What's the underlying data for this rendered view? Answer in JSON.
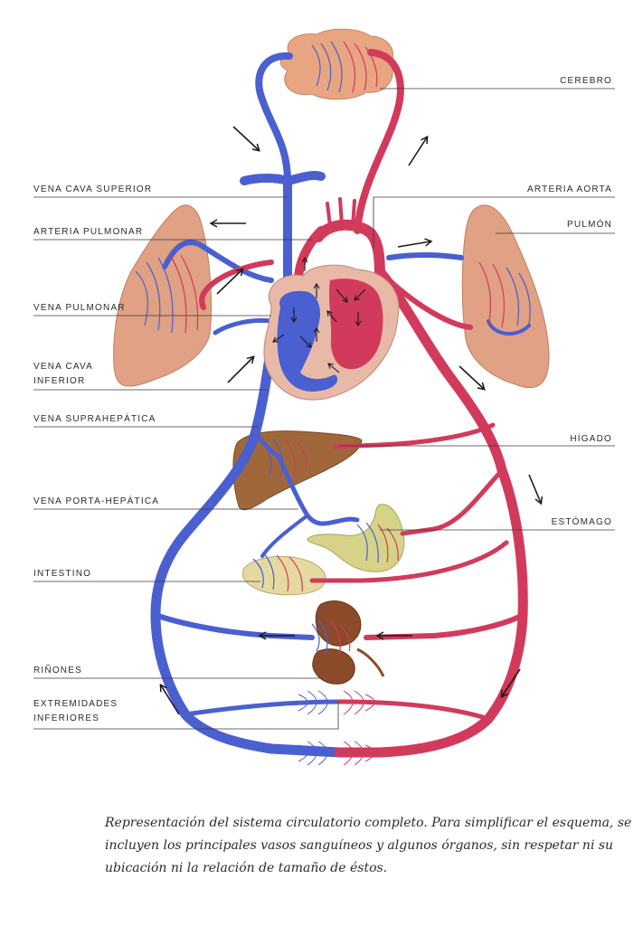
{
  "labels": {
    "cerebro": "CEREBRO",
    "vena_cava_superior": "VENA CAVA SUPERIOR",
    "arteria_aorta": "ARTERIA AORTA",
    "arteria_pulmonar": "ARTERIA PULMONAR",
    "pulmon": "PULMÓN",
    "vena_pulmonar": "VENA PULMONAR",
    "vena_cava_inferior_1": "VENA CAVA",
    "vena_cava_inferior_2": "INFERIOR",
    "vena_suprahepatica": "VENA SUPRAHEPÁTICA",
    "higado": "HÍGADO",
    "vena_porta_hepatica": "VENA PORTA-HEPÁTICA",
    "estomago": "ESTÓMAGO",
    "intestino": "INTESTINO",
    "rinones": "RIÑONES",
    "extremidades_1": "EXTREMIDADES",
    "extremidades_2": "INFERIORES"
  },
  "caption": {
    "line1": "Representación del sistema circulatorio completo. Para simplificar el esquema, se",
    "line2": "incluyen los principales vasos sanguíneos y algunos órganos, sin respetar ni su",
    "line3": "ubicación ni la relación de tamaño de éstos."
  },
  "colors": {
    "vein": "#4a5fd0",
    "artery": "#d23a5c",
    "organ_brain": "#e8a582",
    "organ_lung": "#e0a184",
    "organ_liver": "#a0683a",
    "organ_stomach": "#d6d388",
    "organ_kidney": "#8b4a2a",
    "heart_wall": "#e9b9a8"
  }
}
